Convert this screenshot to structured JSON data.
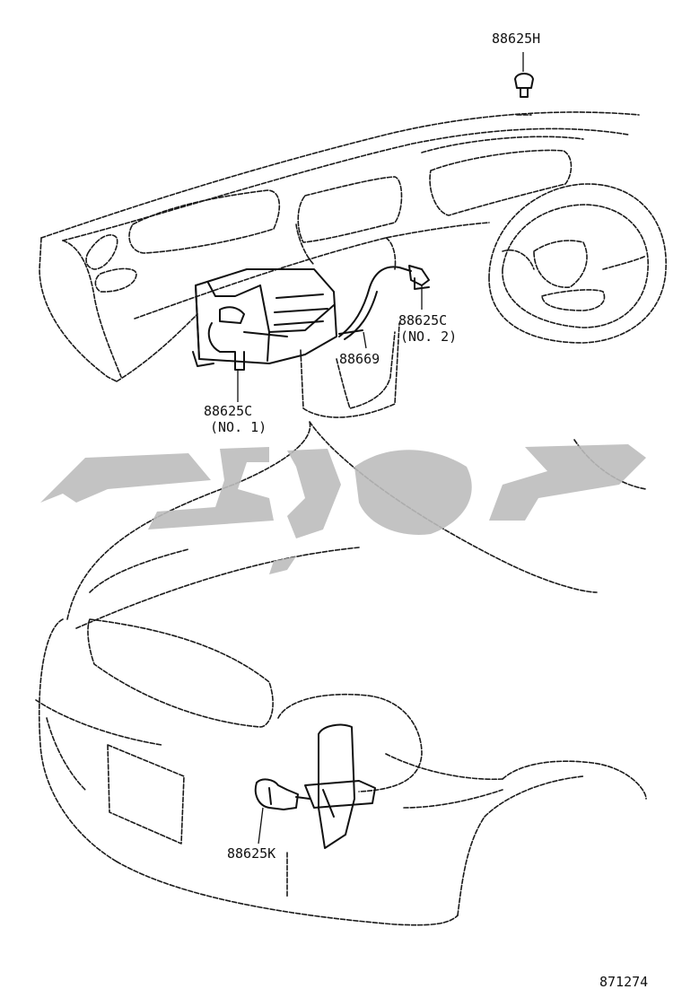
{
  "labels": {
    "part_88625H": "88625H",
    "part_88625C_no2": "88625C",
    "part_88625C_no2_sub": "(NO. 2)",
    "part_88669": "88669",
    "part_88625C_no1": "88625C",
    "part_88625C_no1_sub": "(NO. 1)",
    "part_88625K": "88625K",
    "figure_number": "871274"
  },
  "colors": {
    "line": "#1a1a1a",
    "watermark": "#bdbdbd",
    "background": "#ffffff"
  }
}
